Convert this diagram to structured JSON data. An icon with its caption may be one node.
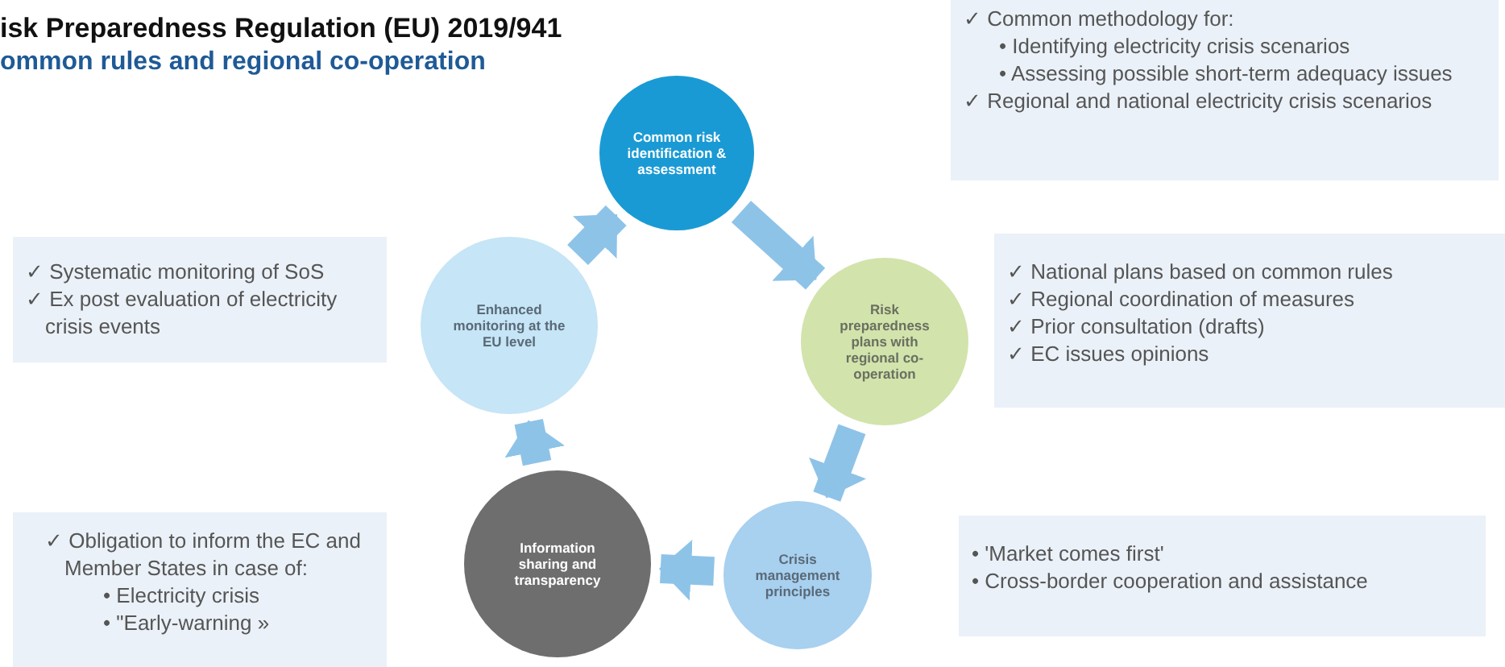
{
  "diagram": {
    "title": "isk Preparedness Regulation (EU) 2019/941",
    "nodes": [
      {
        "text": [
          "Common risk identification & assessment"
        ]
      },
      {
        "text": [
          "✓ Common methodology for:",
          "• Identifying electricity crisis scenarios",
          "• Assessing possible short-term adequacy issues",
          "✓ Regional and national electricity crisis scenarios"
        ]
      },
      {
        "text": [
          "✓ Systematic monitoring of SoS",
          "✓ Ex post evaluation of electricity crisis events"
        ]
      },
      {
        "text": [
          "Enhanced monitoring at the EU level"
        ]
      },
      {
        "text": [
          "Risk preparedness plans with regional co-operation"
        ]
      },
      {
        "text": [
          "✓ National plans based on common rules",
          "✓ Regional coordination of measures",
          "✓ Prior consultation (drafts)",
          "✓ EC issues opinions"
        ]
      },
      {
        "text": [
          "Crisis management principles"
        ]
      },
      {
        "text": [
          "Information sharing and transparency"
        ]
      },
      {
        "text": [
          "✓ Obligation to inform the EC and Member States in case of:",
          "• Electricity crisis",
          "• \"Early-warning »"
        ]
      },
      {
        "text": [
          "• 'Market comes first'",
          "• Cross-border cooperation and assistance"
        ]
      }
    ],
    "edges": [
      {
        "from": 3,
        "to": 0,
        "arrow": "to"
      },
      {
        "from": 0,
        "to": 4,
        "arrow": "to"
      },
      {
        "from": 4,
        "to": 6,
        "arrow": "to"
      },
      {
        "from": 6,
        "to": 7,
        "arrow": "to"
      },
      {
        "from": 7,
        "to": 3,
        "arrow": "to"
      }
    ],
    "labels": [
      "ommon rules and regional co-operation"
    ]
  }
}
